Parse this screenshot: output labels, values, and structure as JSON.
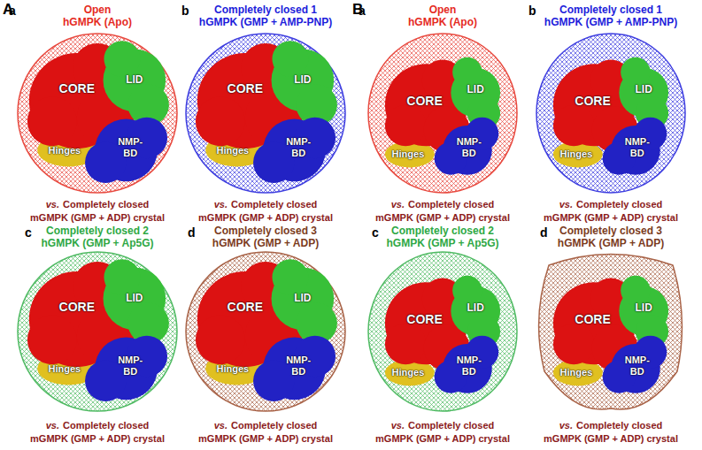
{
  "diagram": {
    "labels": [
      "A",
      "a",
      "Open",
      "hGMPK (Apo)",
      "CORE",
      "LID",
      "Hinges",
      "NMP-BD",
      "vs.",
      "Completely closed",
      "mGMPK (GMP + ADP) crystal",
      "b",
      "Completely closed 1",
      "hGMPK (GMP + AMP-PNP)",
      "CORE",
      "LID",
      "Hinges",
      "NMP-BD",
      "vs.",
      "Completely closed",
      "mGMPK (GMP + ADP) crystal",
      "c",
      "Completely closed 2",
      "hGMPK (GMP + Ap5G)",
      "CORE",
      "LID",
      "Hinges",
      "NMP-BD",
      "vs.",
      "Completely closed",
      "mGMPK (GMP + ADP) crystal",
      "d",
      "Completely closed 3",
      "hGMPK (GMP + ADP)",
      "CORE",
      "LID",
      "Hinges",
      "NMP-BD",
      "vs.",
      "Completely closed",
      "mGMPK (GMP + ADP) crystal",
      "B",
      "a",
      "Open",
      "hGMPK (Apo)",
      "CORE",
      "LID",
      "Hinges",
      "NMP-BD",
      "vs.",
      "Completely closed",
      "mGMPK (GMP + ADP) crystal",
      "b",
      "Completely closed 1",
      "hGMPK (GMP + AMP-PNP)",
      "CORE",
      "LID",
      "Hinges",
      "NMP-BD",
      "vs.",
      "Completely closed",
      "mGMPK (GMP + ADP) crystal",
      "c",
      "Completely closed 2",
      "hGMPK (GMP + Ap5G)",
      "CORE",
      "LID",
      "Hinges",
      "NMP-BD",
      "vs.",
      "Completely closed",
      "mGMPK (GMP + ADP) crystal",
      "d",
      "Completely closed 3",
      "hGMPK (GMP + ADP)",
      "CORE",
      "LID",
      "Hinges",
      "NMP-BD",
      "vs.",
      "Completely closed",
      "mGMPK (GMP + ADP) crystal"
    ]
  }
}
